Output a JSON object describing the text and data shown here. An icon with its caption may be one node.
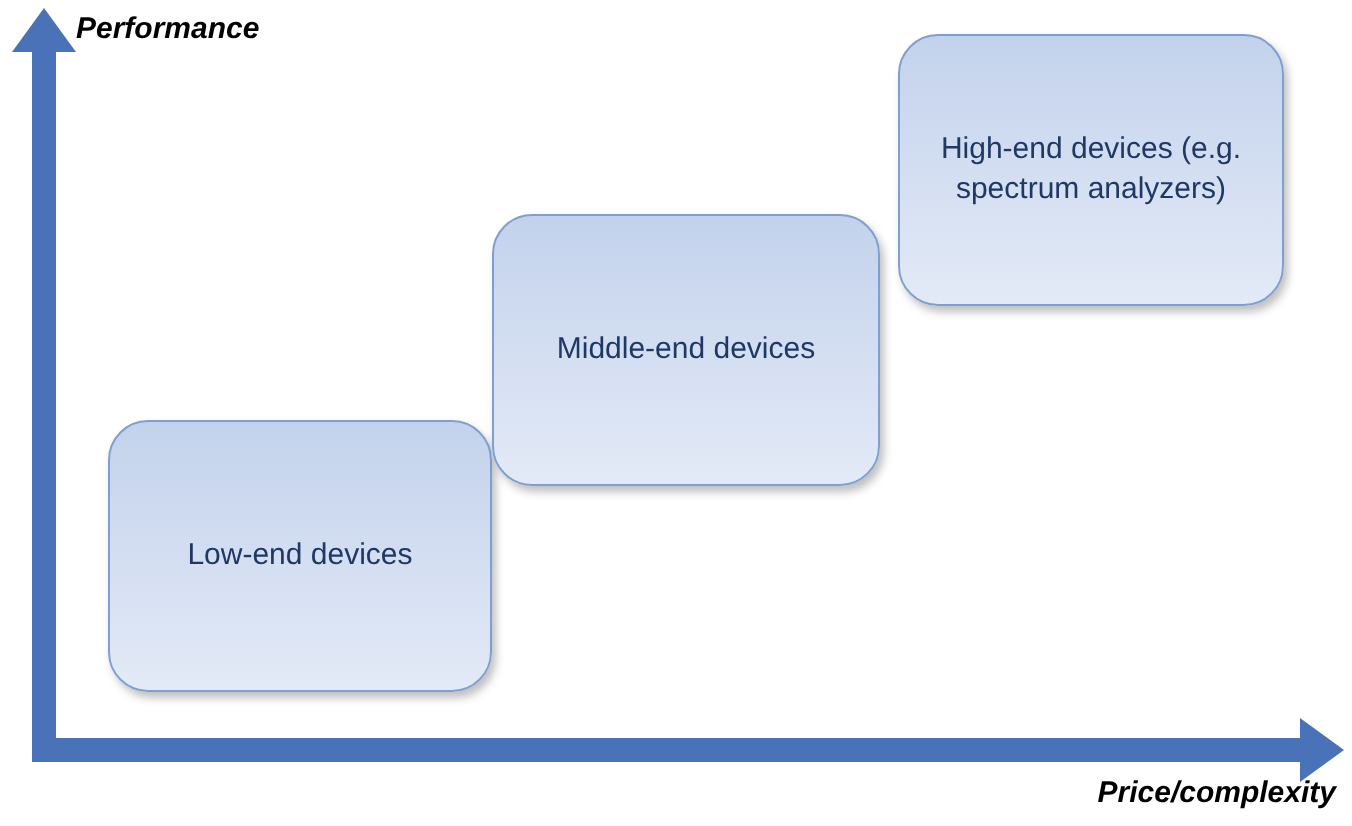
{
  "diagram": {
    "nodes": [
      {
        "text": [
          "Low-end devices"
        ]
      },
      {
        "text": [
          "Middle-end devices"
        ]
      },
      {
        "text": [
          "High-end devices (e.g. spectrum analyzers)"
        ]
      }
    ],
    "labels": [
      "Performance",
      "Price/complexity"
    ]
  }
}
